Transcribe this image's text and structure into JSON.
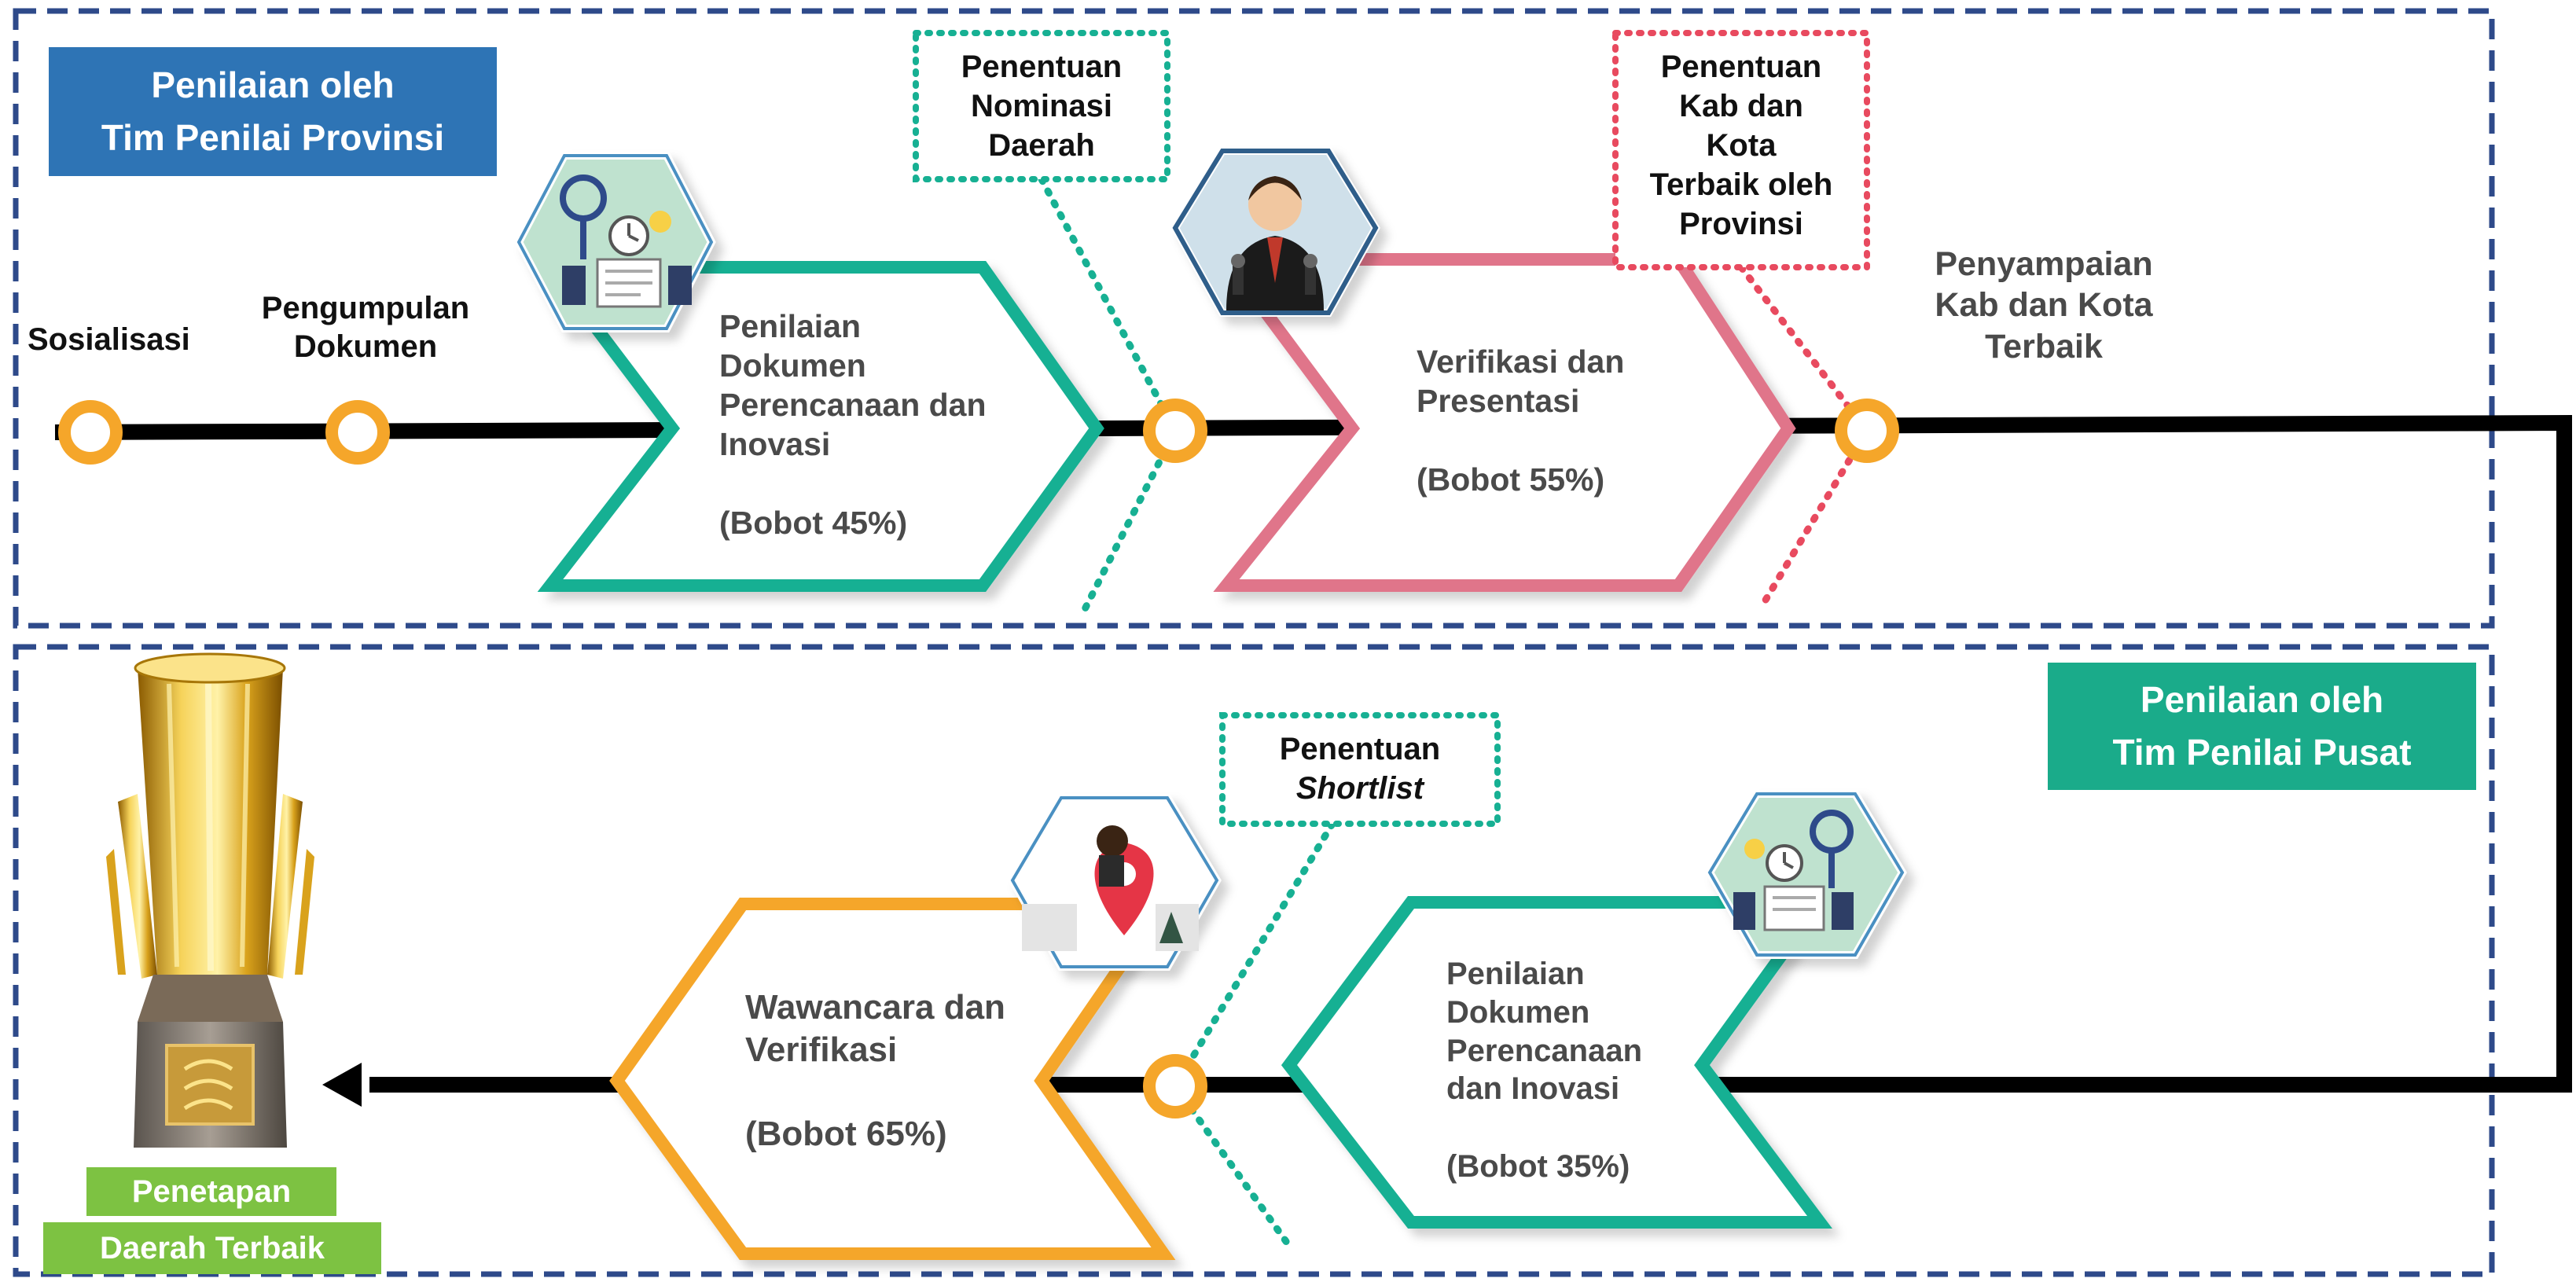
{
  "headers": {
    "province": [
      "Penilaian oleh",
      "Tim Penilai Provinsi"
    ],
    "center": [
      "Penilaian oleh",
      "Tim Penilai Pusat"
    ]
  },
  "top_row": {
    "sosialisasi": "Sosialisasi",
    "pengumpulan": [
      "Pengumpulan",
      "Dokumen"
    ],
    "stage1": {
      "lines": [
        "Penilaian",
        "Dokumen",
        "Perencanaan dan",
        "Inovasi"
      ],
      "weight": "(Bobot 45%)"
    },
    "decision1": [
      "Penentuan",
      "Nominasi",
      "Daerah"
    ],
    "stage2": {
      "lines": [
        "Verifikasi dan",
        "Presentasi"
      ],
      "weight": "(Bobot 55%)"
    },
    "decision2": [
      "Penentuan",
      "Kab dan",
      "Kota",
      "Terbaik oleh",
      "Provinsi"
    ],
    "delivery": [
      "Penyampaian",
      "Kab dan Kota",
      "Terbaik"
    ]
  },
  "bottom_row": {
    "stage3": {
      "lines": [
        "Penilaian",
        "Dokumen",
        "Perencanaan",
        "dan Inovasi"
      ],
      "weight": "(Bobot 35%)"
    },
    "decision3": [
      "Penentuan",
      "Shortlist"
    ],
    "stage4": {
      "lines": [
        "Wawancara dan",
        "Verifikasi"
      ],
      "weight": "(Bobot 65%)"
    },
    "final": [
      "Penetapan",
      "Daerah Terbaik"
    ]
  },
  "colors": {
    "teal": "#17b093",
    "pink": "#e0748a",
    "orange": "#f5a62a",
    "navy": "#2e4a8a",
    "province_header": "#2e74b5",
    "center_header": "#1aab8a",
    "green_pill": "#7dc242",
    "red_dots": "#e84a5f"
  },
  "icons": [
    "document-review-icon",
    "presenter-icon",
    "location-pin-icon",
    "trophy-icon"
  ]
}
